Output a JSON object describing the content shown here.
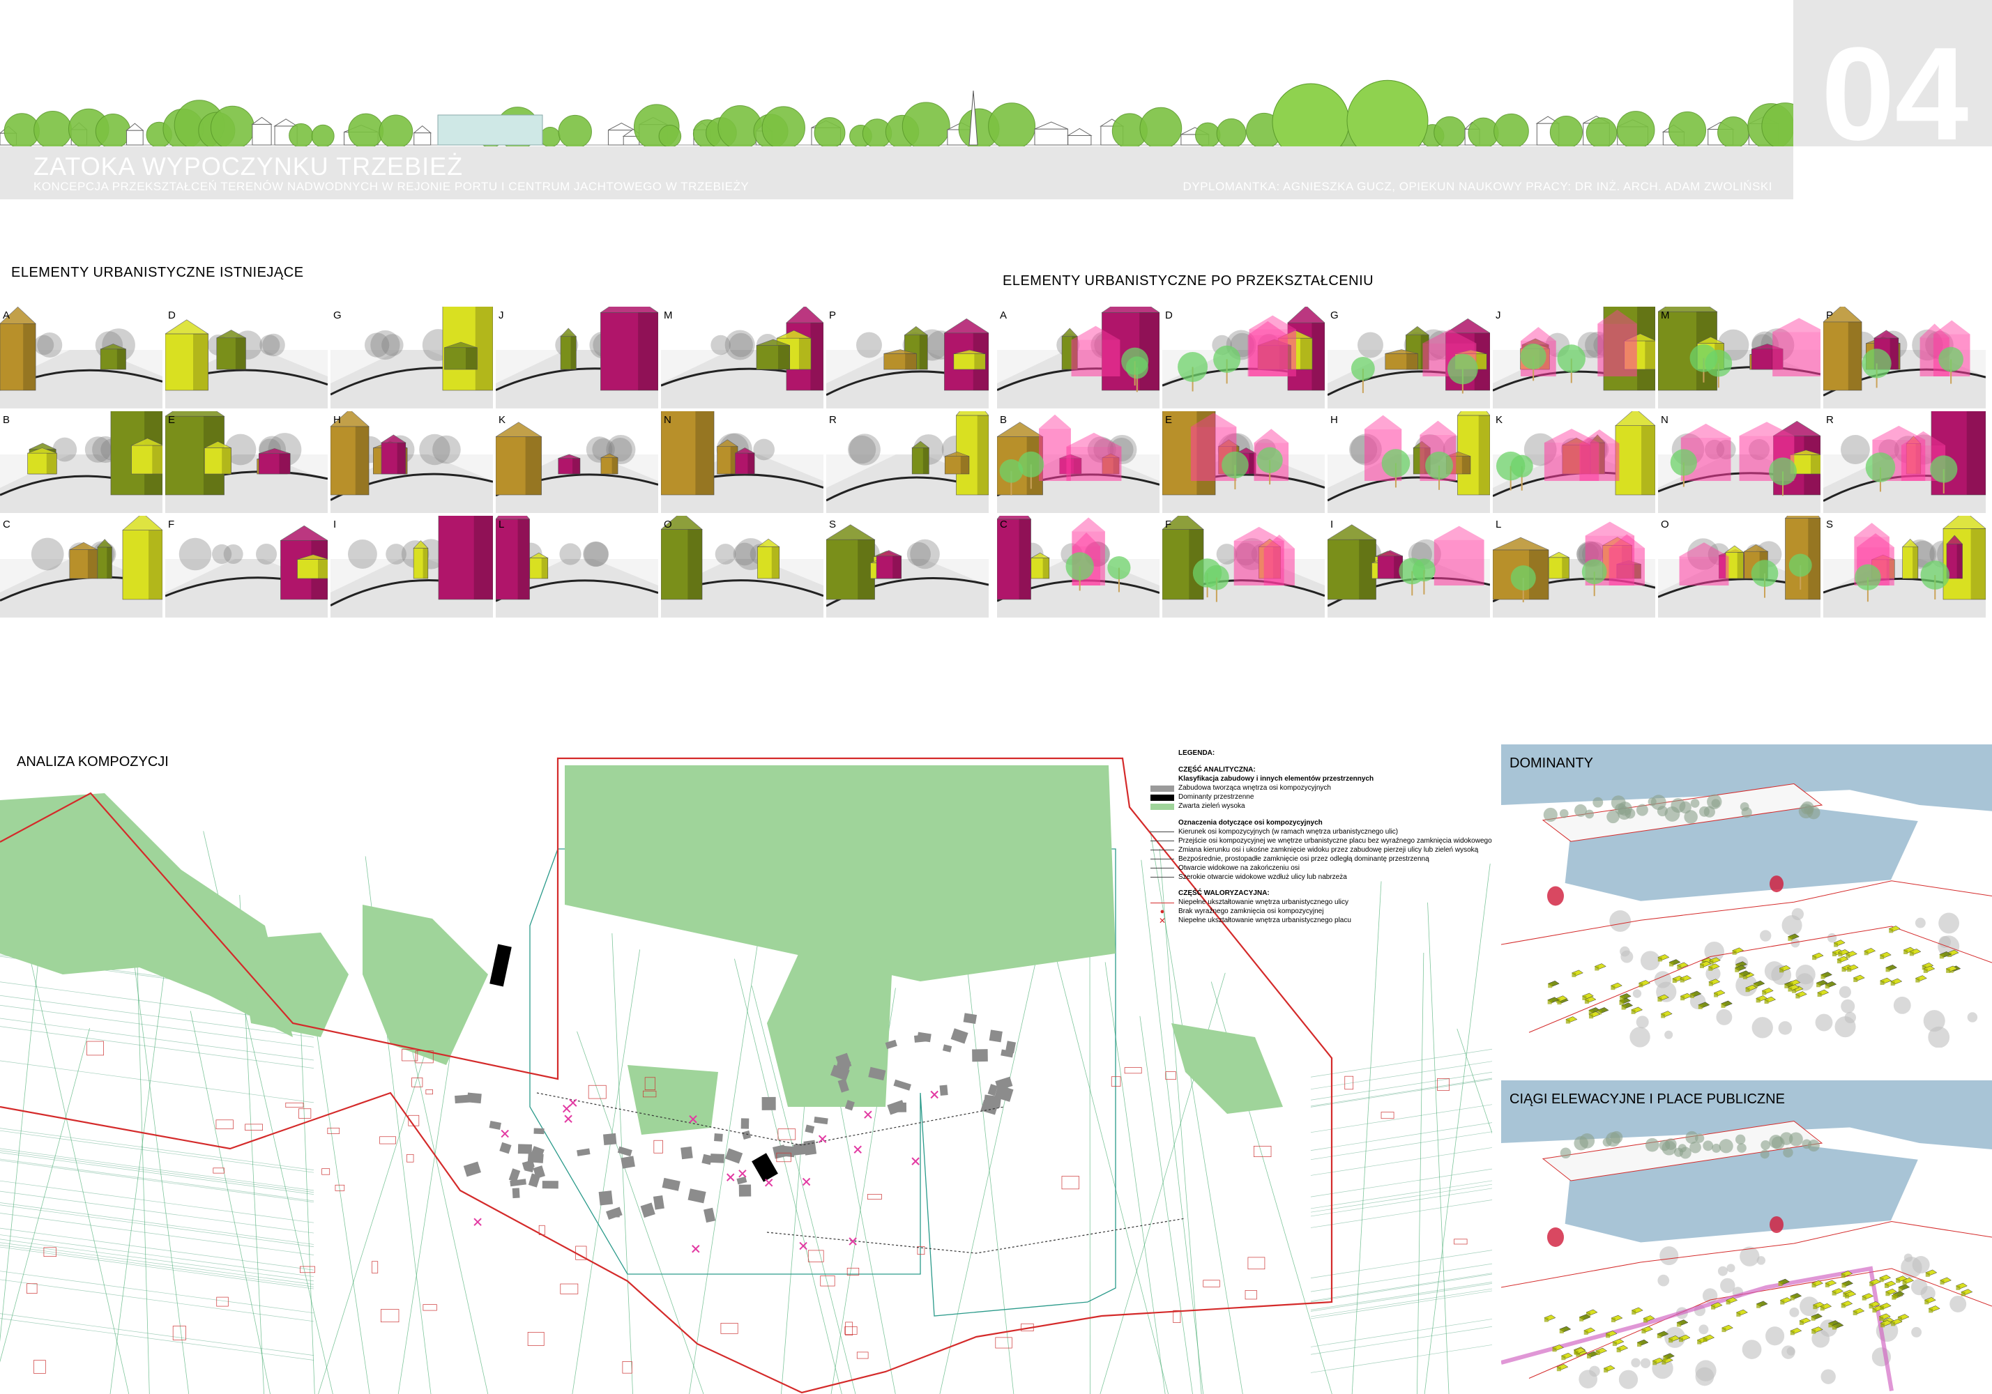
{
  "header": {
    "title": "ZATOKA WYPOCZYNKU TRZEBIEŻ",
    "subtitle": "KONCEPCJA PRZEKSZTAŁCEŃ TERENÓW NADWODNYCH W REJONIE PORTU I CENTRUM JACHTOWEGO W TRZEBIEŻY",
    "author": "DYPLOMANTKA: AGNIESZKA GUCZ, OPIEKUN NAUKOWY PRACY: DR INŻ. ARCH. ADAM ZWOLIŃSKI",
    "page_number": "04"
  },
  "existing": {
    "title": "ELEMENTY URBANISTYCZNE ISTNIEJĄCE",
    "labels": [
      "A",
      "D",
      "G",
      "J",
      "M",
      "P",
      "B",
      "E",
      "H",
      "K",
      "N",
      "R",
      "C",
      "F",
      "I",
      "L",
      "O",
      "S"
    ]
  },
  "transformed": {
    "title": "ELEMENTY URBANISTYCZNE PO PRZEKSZTAŁCENIU",
    "labels": [
      "A",
      "D",
      "G",
      "J",
      "M",
      "P",
      "B",
      "E",
      "H",
      "K",
      "N",
      "R",
      "C",
      "F",
      "I",
      "L",
      "O",
      "S"
    ]
  },
  "map": {
    "title": "ANALIZA KOMPOZYCJI",
    "legend": {
      "title": "LEGENDA:",
      "analytic_head": "CZĘŚĆ ANALITYCZNA:",
      "classification_head": "Klasyfikacja zabudowy i innych elementów przestrzennych",
      "items_a": [
        "Zabudowa tworząca wnętrza osi kompozycyjnych",
        "Dominanty przestrzenne",
        "Zwarta zieleń wysoka"
      ],
      "axes_head": "Oznaczenia dotyczące osi kompozycyjnych",
      "items_b": [
        "Kierunek osi kompozycyjnych (w ramach wnętrza urbanistycznego ulic)",
        "Przejście osi kompozycyjnej we wnętrze urbanistyczne placu bez wyraźnego zamknięcia widokowego",
        "Zmiana kierunku osi i ukośne zamknięcie widoku przez zabudowę pierzeji ulicy lub zieleń wysoką",
        "Bezpośrednie, prostopadłe zamknięcie osi przez odległą dominantę przestrzenną",
        "Otwarcie widokowe na zakończeniu osi",
        "Szerokie otwarcie widokowe wzdłuż ulicy lub nabrzeża"
      ],
      "value_head": "CZĘŚĆ WALORYZACYJNA:",
      "items_c": [
        "Niepełne ukształtowanie wnętrza urbanistycznego ulicy",
        "Brak wyraźnego zamknięcia osi kompozycyjnej",
        "Niepełne ukształtowanie wnętrza urbanistycznego placu"
      ]
    }
  },
  "panels": {
    "dominants": "DOMINANTY",
    "facades": "CIĄGI ELEWACYJNE I PLACE PUBLICZNE"
  },
  "colors": {
    "green": "#9fd49a",
    "boundary": "#d42a2a",
    "building_yellow": "#d9e021",
    "building_ochre": "#b8902a",
    "building_olive": "#7a8f1a",
    "building_magenta": "#b0156a",
    "building_pink": "#ff3aa0",
    "water": "#a8c4d6"
  }
}
